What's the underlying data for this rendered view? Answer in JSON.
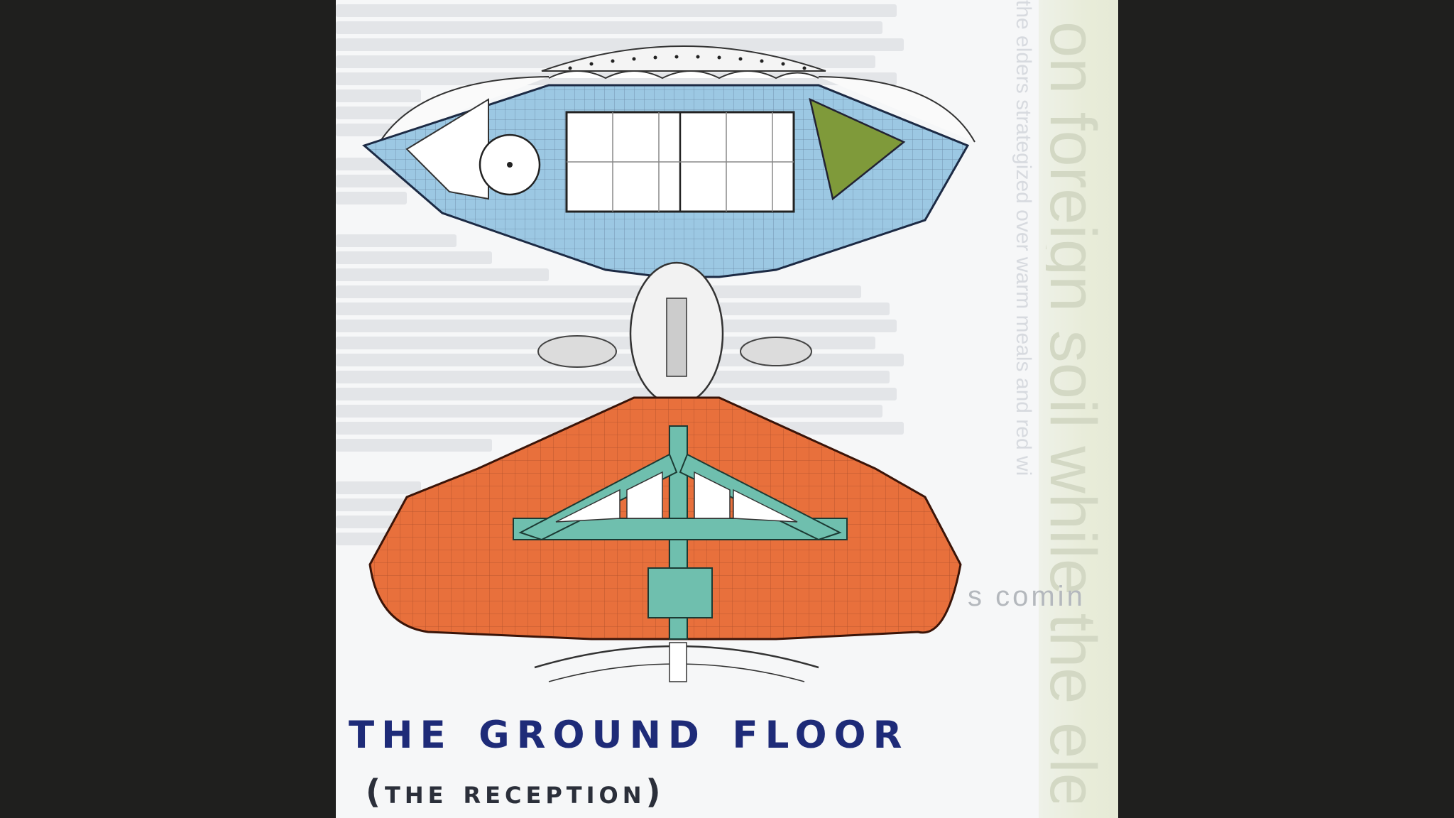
{
  "slide": {
    "title": "The ground floor",
    "subtitle": "(the reception)",
    "background_caption": "on foreign soil while the elem",
    "background_subcaption": "the elders strategized over warm meals and red wi",
    "coming_text": "s comin"
  },
  "colors": {
    "title": "#1e2b78",
    "upper_wing": "#9cc8e3",
    "lower_wing": "#e8703c",
    "corridor": "#6fbfae",
    "garden": "#7f9a3a"
  }
}
